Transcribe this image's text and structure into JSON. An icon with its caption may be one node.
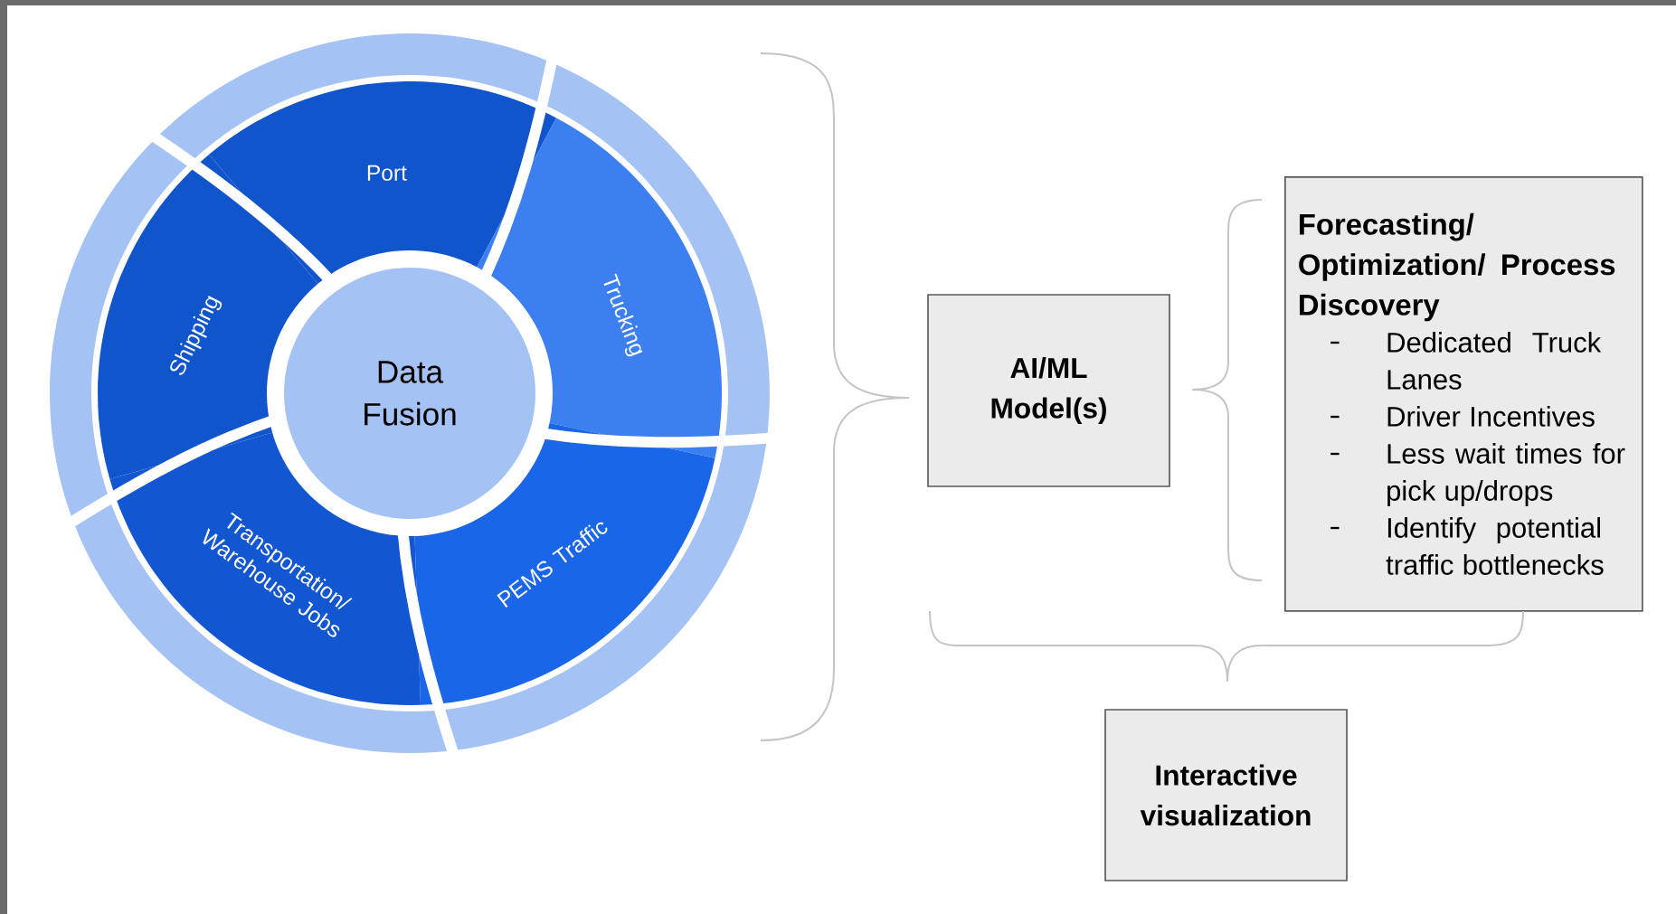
{
  "diagram": {
    "nodes": [
      {
        "text": [
          "Data Fusion"
        ]
      },
      {
        "text": [
          "Port"
        ]
      },
      {
        "text": [
          "Trucking"
        ]
      },
      {
        "text": [
          "PEMS Traffic"
        ]
      },
      {
        "text": [
          "Transportation/ Warehouse Jobs"
        ]
      },
      {
        "text": [
          "Shipping"
        ]
      },
      {
        "text": [
          "AI/ML Model(s)"
        ]
      },
      {
        "text": [
          "Forecasting/ Optimization/ Process Discovery",
          "Dedicated Truck Lanes",
          "Driver Incentives",
          "Less wait times for pick up/drops",
          "Identify potential traffic bottlenecks"
        ]
      },
      {
        "text": [
          "Interactive visualization"
        ]
      }
    ]
  }
}
